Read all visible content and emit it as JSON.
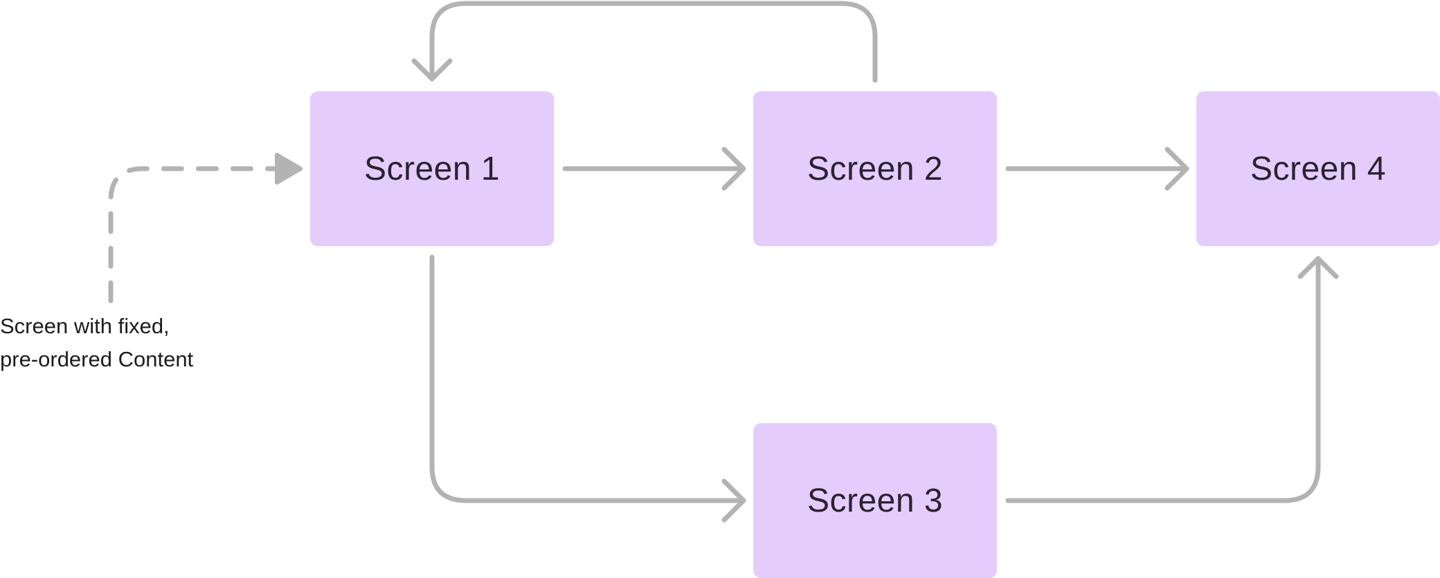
{
  "diagram": {
    "nodes": [
      {
        "id": "n1",
        "label": "Screen 1"
      },
      {
        "id": "n2",
        "label": "Screen 2"
      },
      {
        "id": "n3",
        "label": "Screen 3"
      },
      {
        "id": "n4",
        "label": "Screen 4"
      }
    ],
    "edges": [
      {
        "from": "entry",
        "to": "n1",
        "style": "dashed"
      },
      {
        "from": "n1",
        "to": "n2",
        "style": "solid"
      },
      {
        "from": "n2",
        "to": "n4",
        "style": "solid"
      },
      {
        "from": "n2",
        "to": "n1",
        "style": "solid"
      },
      {
        "from": "n1",
        "to": "n3",
        "style": "solid"
      },
      {
        "from": "n3",
        "to": "n4",
        "style": "solid"
      }
    ],
    "annotation": {
      "line1": "Screen with fixed,",
      "line2": "pre-ordered Content"
    },
    "colors": {
      "node_fill": "#e4cdfd",
      "node_text": "#2b2231",
      "connector": "#b3b3b3",
      "annotation_text": "#1c1c1c"
    }
  }
}
